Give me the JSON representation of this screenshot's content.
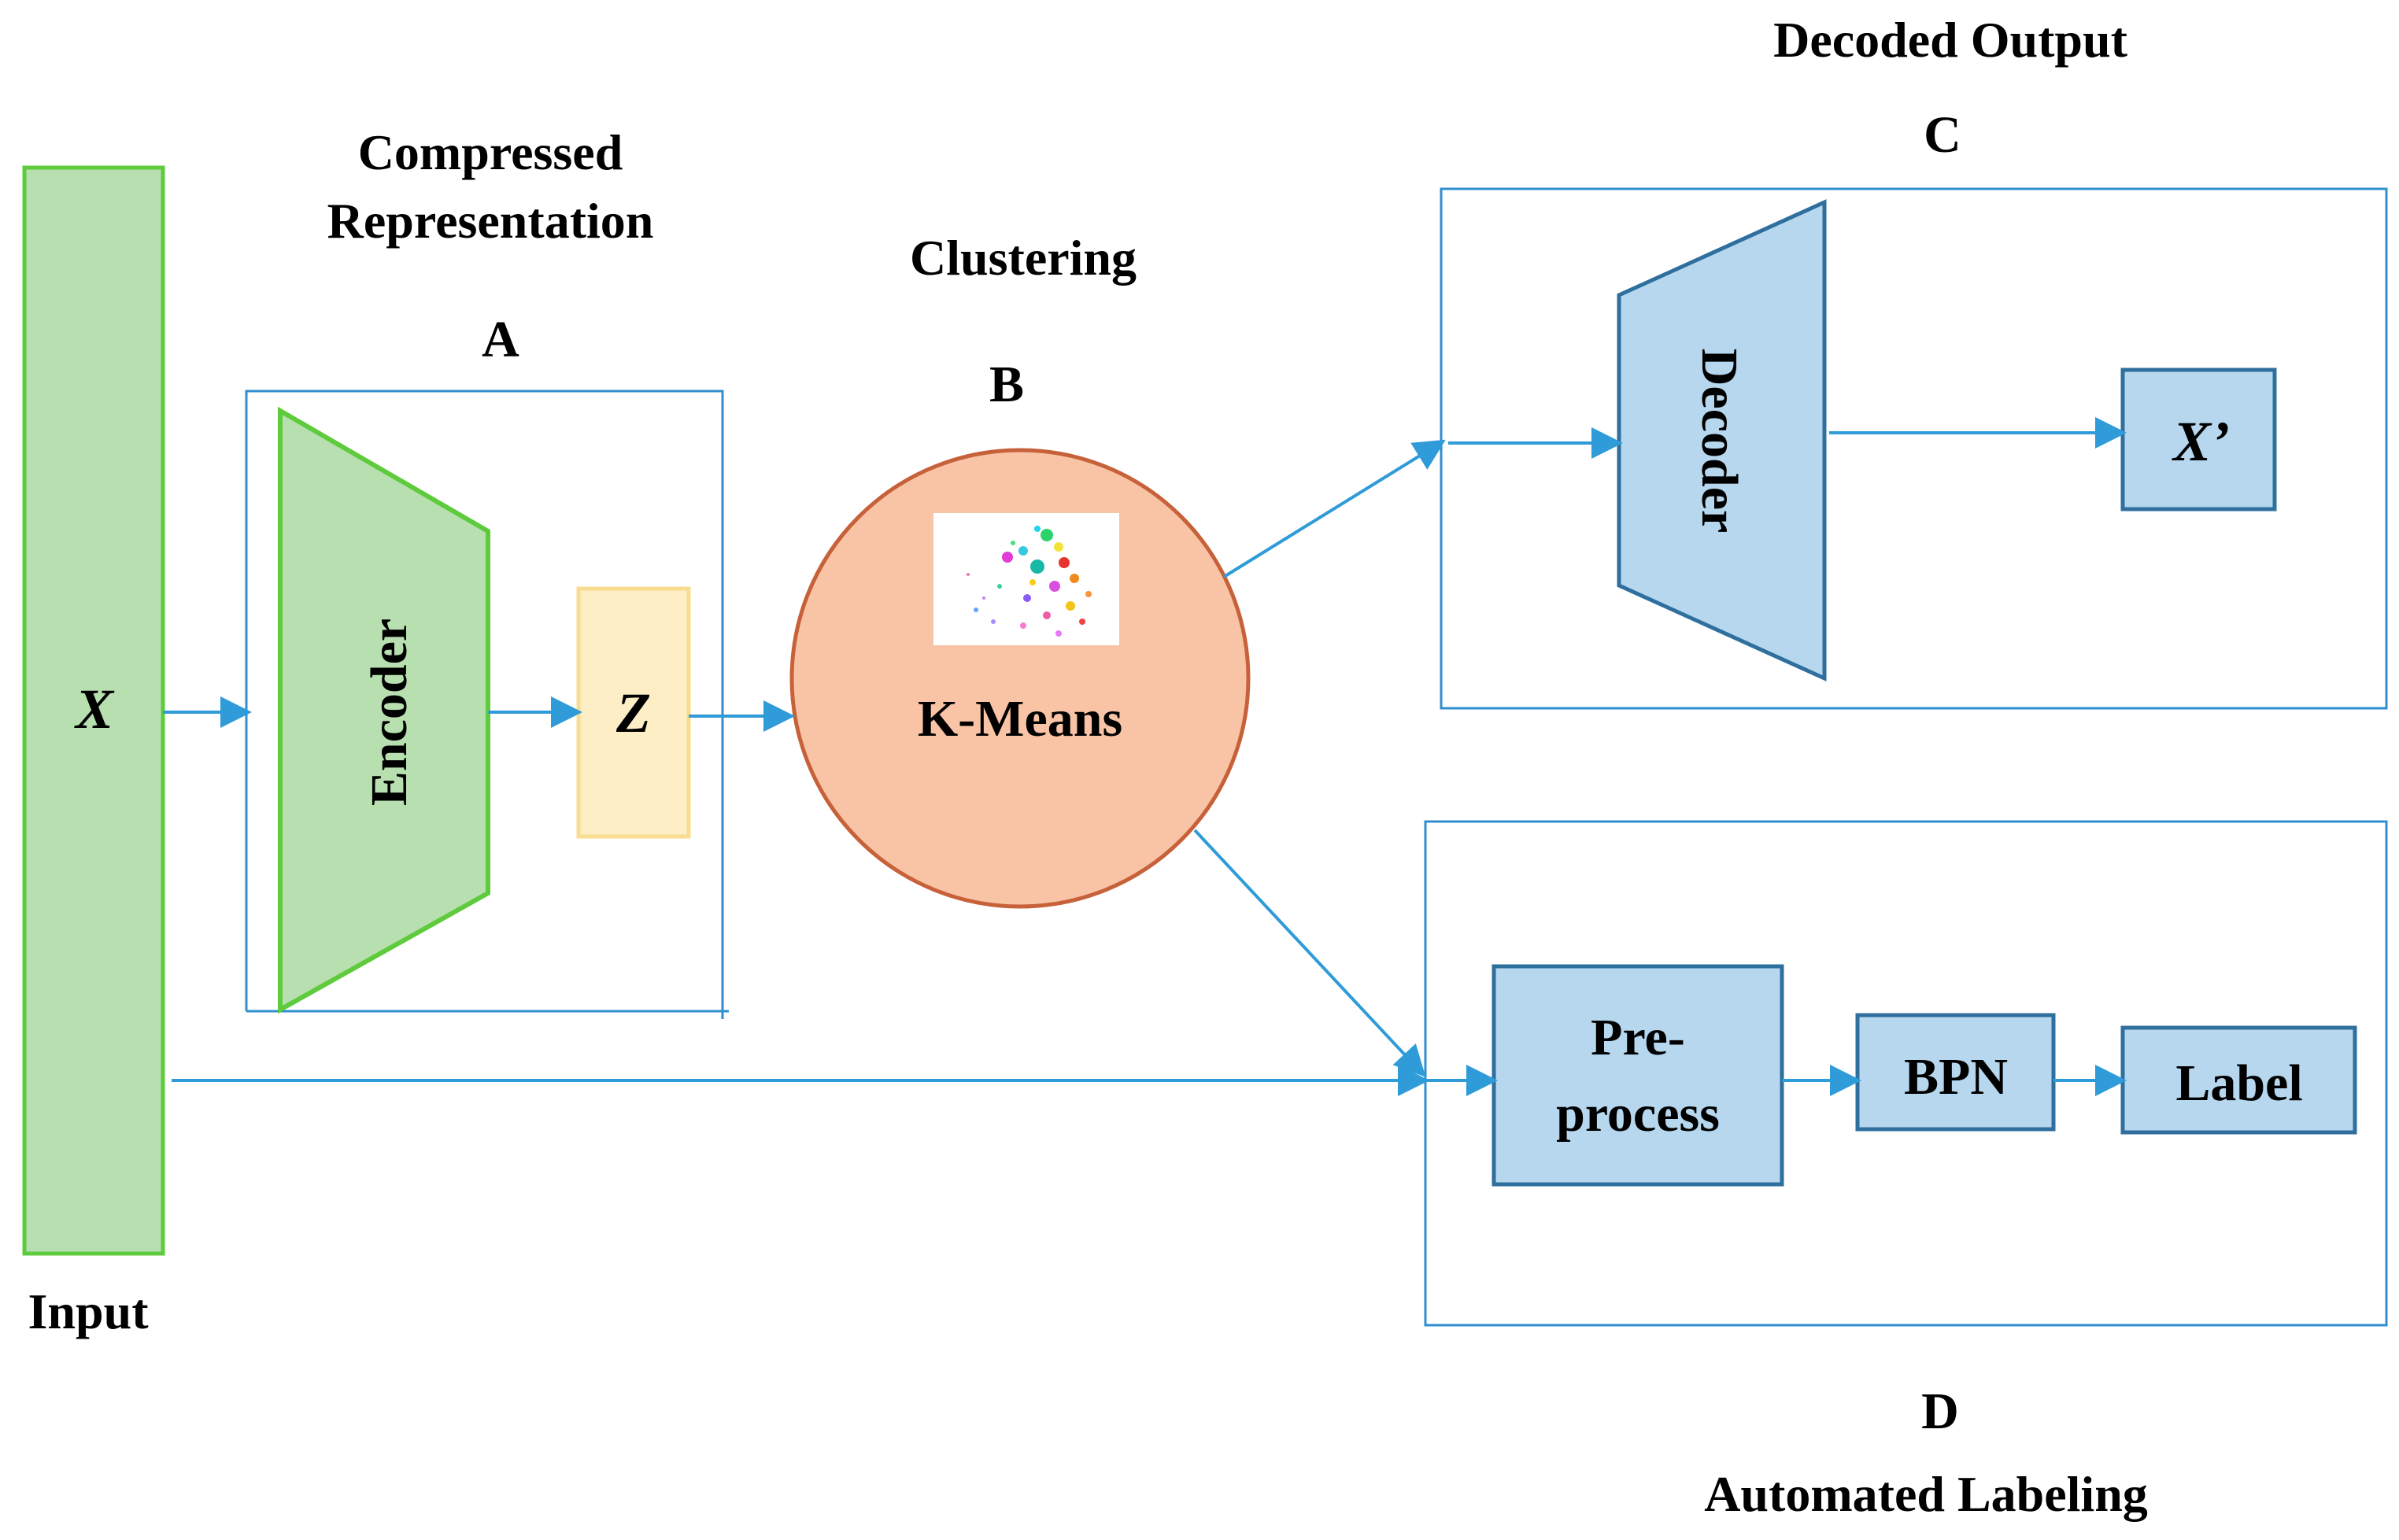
{
  "labels": {
    "input": "Input",
    "compressed_line1": "Compressed",
    "compressed_line2": "Representation",
    "clustering": "Clustering",
    "decoded_output": "Decoded Output",
    "automated_labeling": "Automated Labeling",
    "section_a": "A",
    "section_b": "B",
    "section_c": "C",
    "section_d": "D"
  },
  "nodes": {
    "x": "X",
    "encoder": "Encoder",
    "z": "Z",
    "kmeans": "K-Means",
    "decoder": "Decoder",
    "x_prime": "X’",
    "preprocess_line1": "Pre-",
    "preprocess_line2": "process",
    "bpn": "BPN",
    "label": "Label"
  },
  "colors": {
    "input_fill": "#b7dfb0",
    "input_stroke": "#5ecb3c",
    "encoder_fill": "#b7dfb0",
    "encoder_stroke": "#5ecb3c",
    "z_fill": "#fdeec6",
    "z_stroke": "#f8dc8f",
    "kmeans_fill": "#f9c4a6",
    "kmeans_stroke": "#c7613a",
    "decoder_fill": "#b6d7ee",
    "decoder_stroke": "#2f6f9e",
    "box_fill": "#b6d7ee",
    "box_stroke": "#2f6f9e",
    "arrow": "#2f9bd8",
    "frame": "#2f8fcf"
  },
  "icons": {
    "cluster_scatter": "cluster-scatter-thumbnail"
  }
}
